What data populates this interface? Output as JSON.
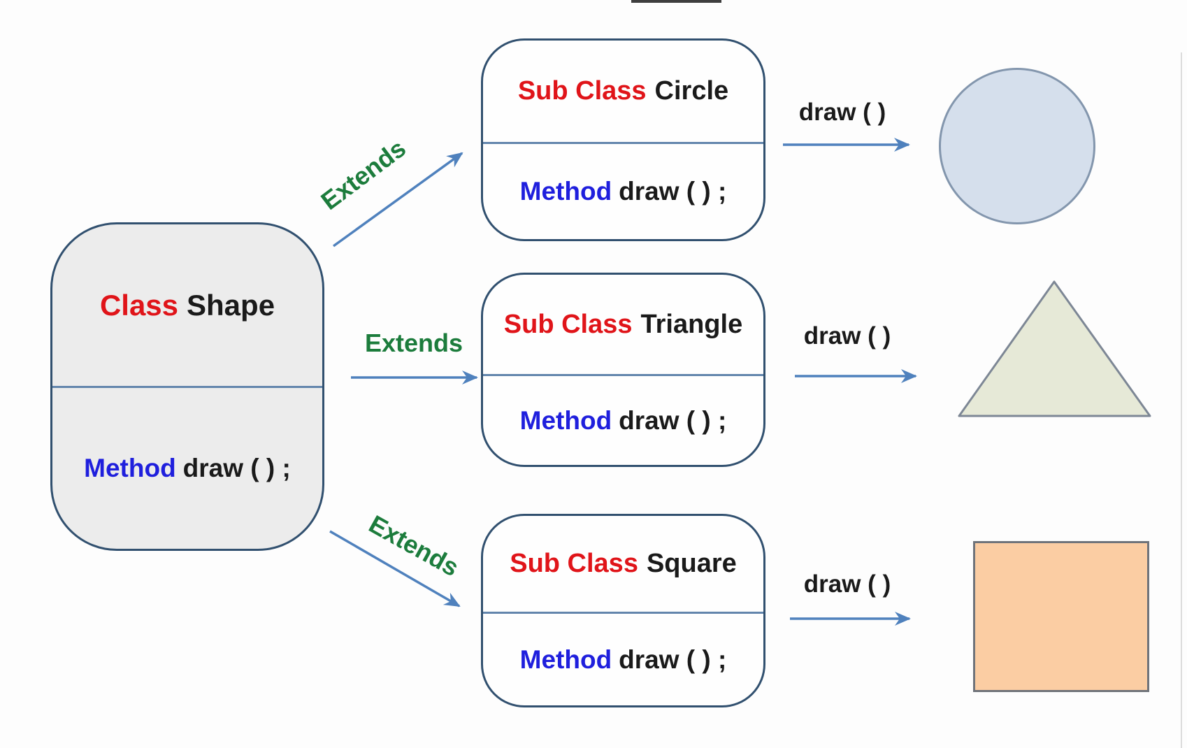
{
  "background": "#fdfdfd",
  "colors": {
    "box-border": "#31506f",
    "divider": "#6285ac",
    "keyword-red": "#e01419",
    "keyword-blue": "#1f1fdd",
    "extends-green": "#1c7c3c",
    "arrow-blue": "#4f81bd",
    "main-box-fill": "#ececec",
    "sub-box-fill": "#fefefe",
    "circle-fill": "#d5dfec",
    "circle-border": "#8396ad",
    "triangle-fill": "#e6e9d7",
    "triangle-border": "#7d8795",
    "square-fill": "#fbcda3",
    "square-border": "#6f737a",
    "text-black": "#1a1a1a"
  },
  "base_class": {
    "keyword": "Class",
    "name": "Shape",
    "method_keyword": "Method",
    "method_code": "draw ( ) ;"
  },
  "subclasses": [
    {
      "keyword": "Sub Class",
      "name": "Circle",
      "method_keyword": "Method",
      "method_code": "draw ( ) ;",
      "extends_label": "Extends",
      "draw_label": "draw ( )",
      "shape": "circle"
    },
    {
      "keyword": "Sub Class",
      "name": "Triangle",
      "method_keyword": "Method",
      "method_code": "draw ( ) ;",
      "extends_label": "Extends",
      "draw_label": "draw ( )",
      "shape": "triangle"
    },
    {
      "keyword": "Sub Class",
      "name": "Square",
      "method_keyword": "Method",
      "method_code": "draw ( ) ;",
      "extends_label": "Extends",
      "draw_label": "draw ( )",
      "shape": "square"
    }
  ]
}
